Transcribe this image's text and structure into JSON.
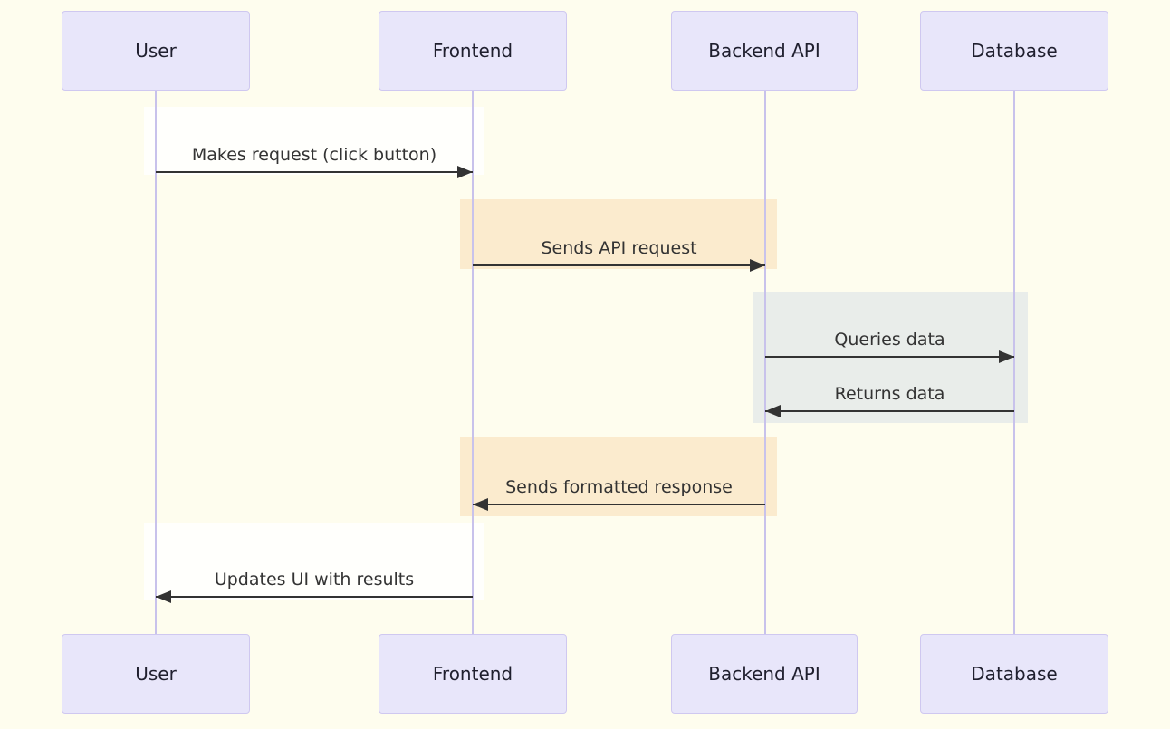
{
  "diagram": {
    "type": "sequence-diagram",
    "participants": [
      {
        "name": "User"
      },
      {
        "name": "Frontend"
      },
      {
        "name": "Backend API"
      },
      {
        "name": "Database"
      }
    ],
    "messages": [
      {
        "from": "User",
        "to": "Frontend",
        "text": "Makes request (click button)",
        "direction": "right",
        "highlight": "white"
      },
      {
        "from": "Frontend",
        "to": "Backend API",
        "text": "Sends API request",
        "direction": "right",
        "highlight": "orange"
      },
      {
        "from": "Backend API",
        "to": "Database",
        "text": "Queries data",
        "direction": "right",
        "highlight": "gray"
      },
      {
        "from": "Database",
        "to": "Backend API",
        "text": "Returns data",
        "direction": "left",
        "highlight": "gray"
      },
      {
        "from": "Backend API",
        "to": "Frontend",
        "text": "Sends formatted response",
        "direction": "left",
        "highlight": "orange"
      },
      {
        "from": "Frontend",
        "to": "User",
        "text": "Updates UI with results",
        "direction": "left",
        "highlight": "white"
      }
    ],
    "colors": {
      "background": "#fefdee",
      "actor_fill": "#e8e6fa",
      "actor_border": "#cfc8f0",
      "lifeline": "#c8c2eb",
      "highlight_white": "#fffffc",
      "highlight_orange": "#fbebce",
      "highlight_gray": "#e9edea",
      "arrow": "#333333",
      "text": "#333333"
    }
  }
}
